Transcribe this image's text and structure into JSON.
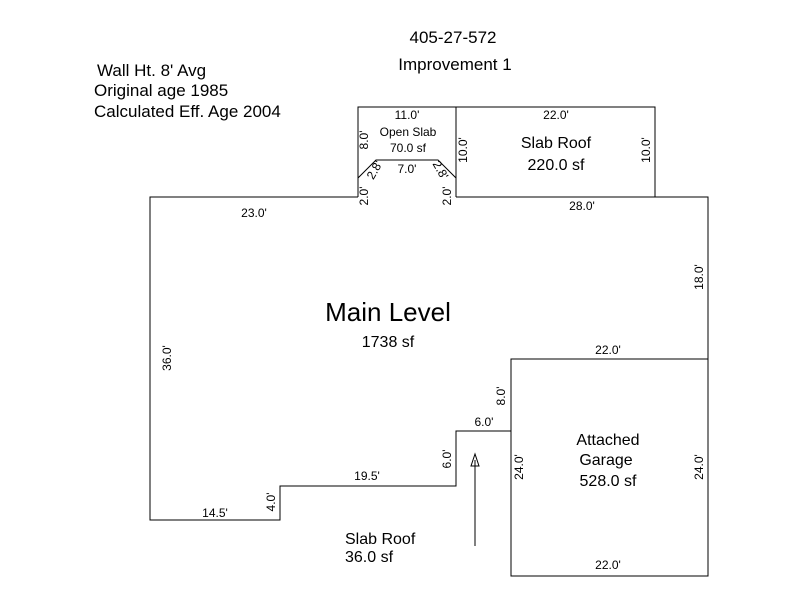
{
  "header": {
    "parcel_id": "405-27-572",
    "improvement": "Improvement 1",
    "wall_height": "Wall Ht. 8' Avg",
    "original_age": "Original age 1985",
    "effective_age": "Calculated Eff. Age 2004"
  },
  "areas": {
    "open_slab": {
      "name": "Open Slab",
      "size": "70.0 sf"
    },
    "slab_roof_top": {
      "name": "Slab Roof",
      "size": "220.0 sf"
    },
    "main_level": {
      "name": "Main Level",
      "size": "1738 sf"
    },
    "garage": {
      "name_line1": "Attached",
      "name_line2": "Garage",
      "size": "528.0 sf"
    },
    "slab_roof_bottom": {
      "name": "Slab Roof",
      "size": "36.0 sf"
    }
  },
  "dimensions": {
    "open_slab_top": "11.0'",
    "open_slab_left": "8.0'",
    "open_slab_diag_left": "2.8'",
    "open_slab_diag_right": "2.8'",
    "open_slab_bottom": "7.0'",
    "open_slab_step_left": "2.0'",
    "open_slab_step_right": "2.0'",
    "slab_roof_top": "22.0'",
    "slab_roof_left": "10.0'",
    "slab_roof_right": "10.0'",
    "main_top_left": "23.0'",
    "main_top_right": "28.0'",
    "main_right": "18.0'",
    "main_left": "36.0'",
    "garage_top": "22.0'",
    "garage_notch_vert": "8.0'",
    "notch_top": "6.0'",
    "notch_left": "6.0'",
    "garage_left": "24.0'",
    "garage_right": "24.0'",
    "garage_bottom": "22.0'",
    "main_bottom_mid": "19.5'",
    "main_step": "4.0'",
    "main_bottom_left": "14.5'"
  }
}
